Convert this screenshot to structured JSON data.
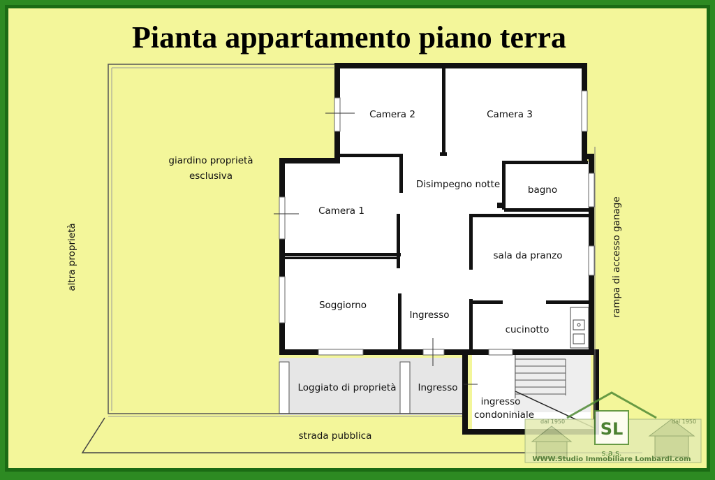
{
  "title": "Pianta appartamento piano terra",
  "rooms": {
    "camera2": "Camera 2",
    "camera3": "Camera 3",
    "camera1": "Camera 1",
    "disimpegno": "Disimpegno notte",
    "bagno": "bagno",
    "sala": "sala da pranzo",
    "soggiorno": "Soggiorno",
    "ingresso": "Ingresso",
    "cucinotto": "cucinotto",
    "loggiato": "Loggiato di proprietà",
    "ingresso_ext": "Ingresso",
    "ingresso_cond_1": "ingresso",
    "ingresso_cond_2": "condoniniale"
  },
  "labels": {
    "giardino_1": "giardino proprietà",
    "giardino_2": "esclusiva",
    "altra": "altra proprietà",
    "rampa": "rampa di accesso ganage",
    "strada": "strada pubblica"
  },
  "logo": {
    "left_year": "dal 1950",
    "right_year": "dal 1950",
    "monogram": "SL",
    "company": "s.a.s.",
    "website": "WWW.Studio Immobiliare Lombardi.com"
  },
  "colors": {
    "border": "#2d8a22",
    "background": "#f3f69a",
    "wall": "#111111"
  }
}
